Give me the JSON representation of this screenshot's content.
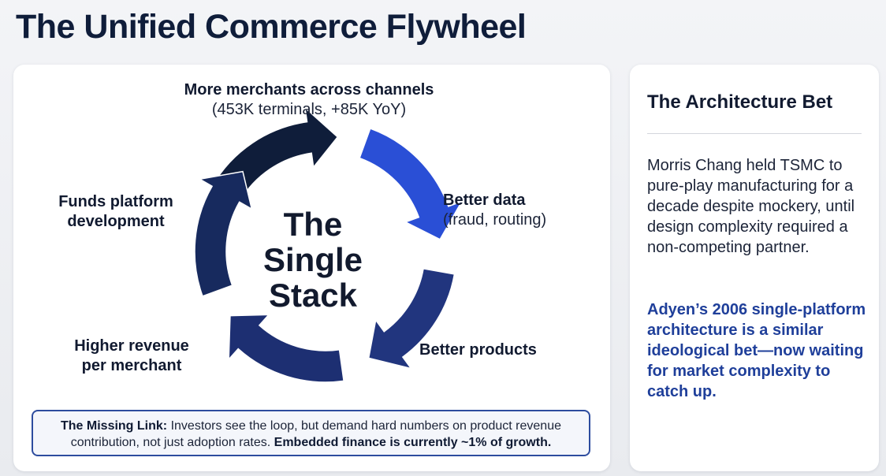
{
  "header": {
    "title": "The Unified Commerce Flywheel"
  },
  "flywheel": {
    "center": {
      "line1": "The",
      "line2": "Single",
      "line3": "Stack"
    },
    "nodes": {
      "top": {
        "title": "More merchants across channels",
        "detail": "(453K terminals, +85K YoY)"
      },
      "right": {
        "title": "Better data",
        "detail": "(fraud, routing)"
      },
      "bottom_right": {
        "title": "Better products"
      },
      "bottom_left": {
        "line1": "Higher revenue",
        "line2": "per merchant"
      },
      "left": {
        "line1": "Funds platform",
        "line2": "development"
      }
    },
    "arrow_colors": [
      "#0f1d3a",
      "#2a4fd6",
      "#21357e",
      "#1d2f72",
      "#172a5e"
    ]
  },
  "note": {
    "label": "The Missing Link:",
    "text1": " Investors see the loop, but demand hard numbers on product revenue contribution, not just adoption rates. ",
    "emphasis": "Embedded finance is currently ~1% of growth."
  },
  "sidebar": {
    "title": "The Architecture Bet",
    "body": "Morris Chang held TSMC to pure-play manufacturing for a decade despite mockery, until design complexity required a non-competing partner.",
    "highlight": "Adyen’s 2006 single-platform architecture is a similar ideological bet—now waiting for market complexity to catch up."
  }
}
